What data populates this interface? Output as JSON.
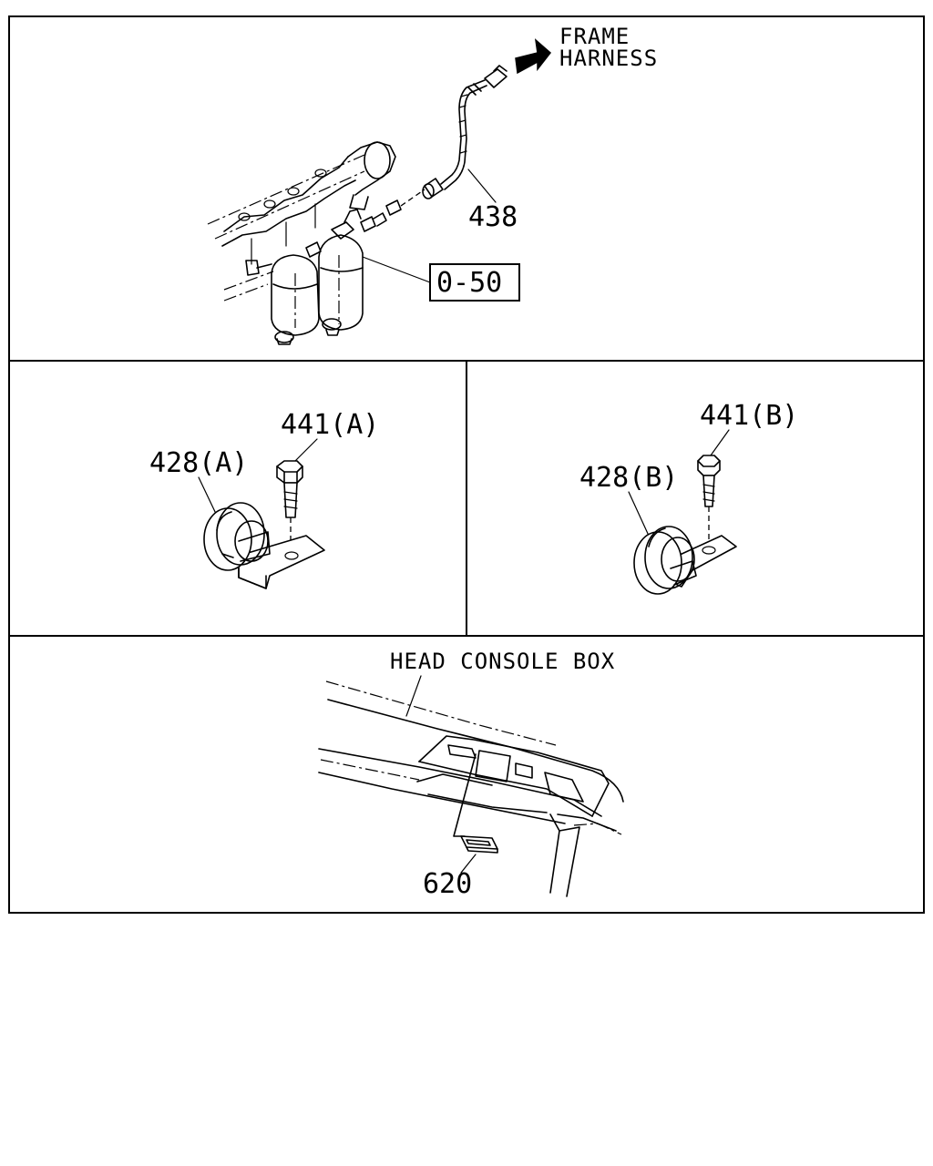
{
  "panel_top": {
    "destination_label_line1": "FRAME",
    "destination_label_line2": "HARNESS",
    "part_harness": "438",
    "reference_box": "0-50"
  },
  "panel_middle_left": {
    "part_bolt": "441(A)",
    "part_clip": "428(A)"
  },
  "panel_middle_right": {
    "part_bolt": "441(B)",
    "part_clip": "428(B)"
  },
  "panel_bottom": {
    "location_label": "HEAD CONSOLE BOX",
    "part_switch": "620"
  }
}
